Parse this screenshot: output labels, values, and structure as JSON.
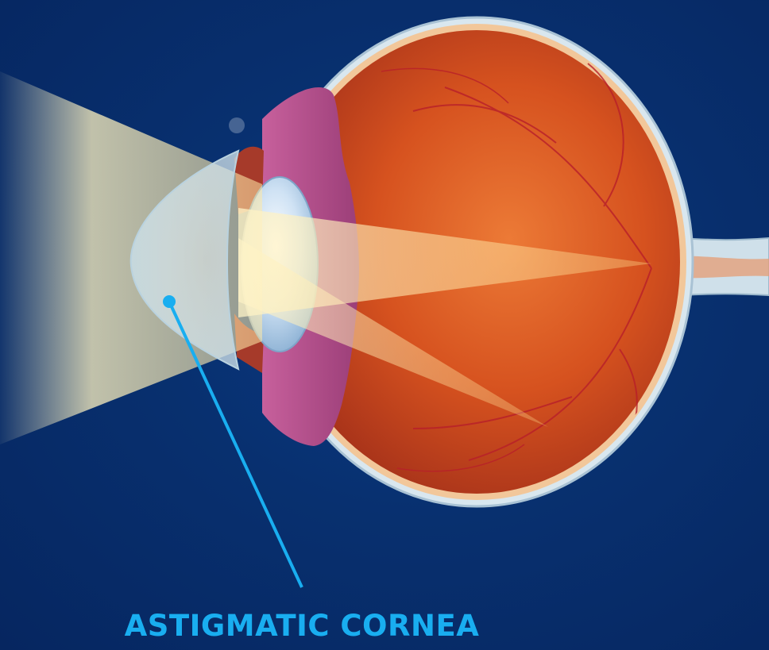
{
  "diagram": {
    "label": "ASTIGMATIC CORNEA",
    "colors": {
      "background": "#072a6a",
      "callout": "#19aef0",
      "eye_interior": "#d85a24",
      "iris": "#b4528c",
      "light": "#fff0b4"
    },
    "icons": [
      "eye-cross-section",
      "light-beam",
      "callout-pointer"
    ]
  }
}
